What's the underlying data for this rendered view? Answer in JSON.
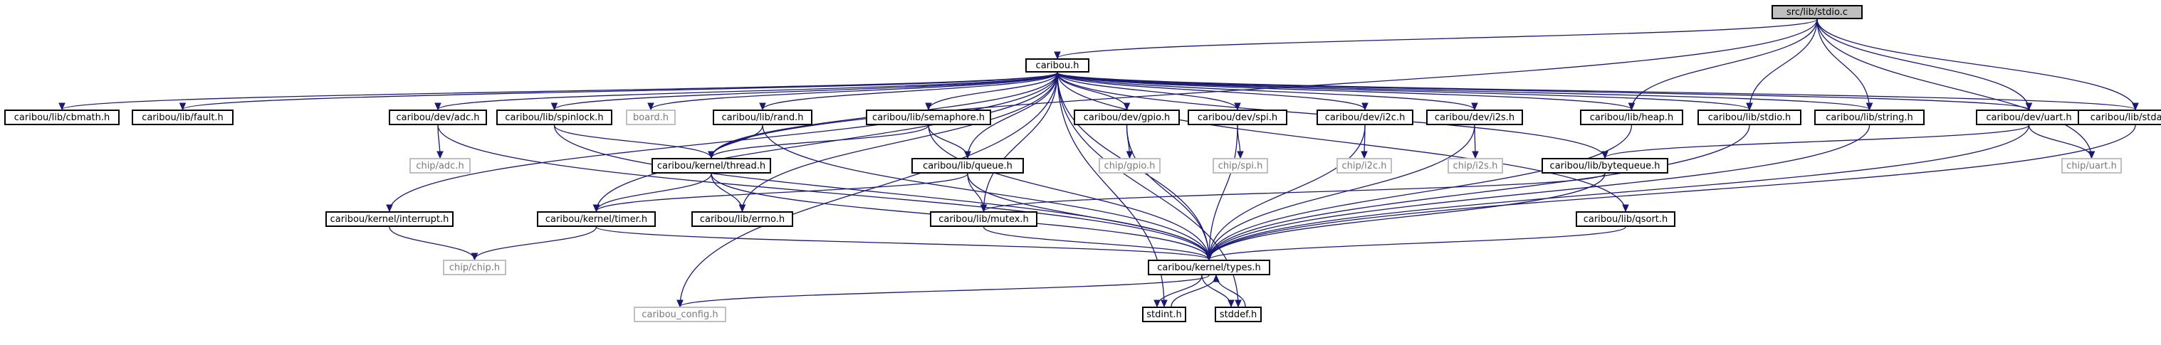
{
  "diagram": {
    "nodes": [
      {
        "id": "stdio_c",
        "label": "src/lib/stdio.c",
        "kind": "root"
      },
      {
        "id": "caribou_h",
        "label": "caribou.h",
        "kind": "file"
      },
      {
        "id": "cbmath",
        "label": "caribou/lib/cbmath.h",
        "kind": "file"
      },
      {
        "id": "fault",
        "label": "caribou/lib/fault.h",
        "kind": "file"
      },
      {
        "id": "adc",
        "label": "caribou/dev/adc.h",
        "kind": "file"
      },
      {
        "id": "spinlock",
        "label": "caribou/lib/spinlock.h",
        "kind": "file"
      },
      {
        "id": "board",
        "label": "board.h",
        "kind": "external"
      },
      {
        "id": "rand",
        "label": "caribou/lib/rand.h",
        "kind": "file"
      },
      {
        "id": "semaphore",
        "label": "caribou/lib/semaphore.h",
        "kind": "file"
      },
      {
        "id": "gpio",
        "label": "caribou/dev/gpio.h",
        "kind": "file"
      },
      {
        "id": "spi",
        "label": "caribou/dev/spi.h",
        "kind": "file"
      },
      {
        "id": "i2c",
        "label": "caribou/dev/i2c.h",
        "kind": "file"
      },
      {
        "id": "i2s",
        "label": "caribou/dev/i2s.h",
        "kind": "file"
      },
      {
        "id": "heap",
        "label": "caribou/lib/heap.h",
        "kind": "file"
      },
      {
        "id": "stdio_h",
        "label": "caribou/lib/stdio.h",
        "kind": "file"
      },
      {
        "id": "string",
        "label": "caribou/lib/string.h",
        "kind": "file"
      },
      {
        "id": "uart",
        "label": "caribou/dev/uart.h",
        "kind": "file"
      },
      {
        "id": "stdarg",
        "label": "caribou/lib/stdarg.h",
        "kind": "file"
      },
      {
        "id": "chip_adc",
        "label": "chip/adc.h",
        "kind": "external"
      },
      {
        "id": "thread",
        "label": "caribou/kernel/thread.h",
        "kind": "file"
      },
      {
        "id": "queue",
        "label": "caribou/lib/queue.h",
        "kind": "file"
      },
      {
        "id": "chip_gpio",
        "label": "chip/gpio.h",
        "kind": "external"
      },
      {
        "id": "chip_spi",
        "label": "chip/spi.h",
        "kind": "external"
      },
      {
        "id": "chip_i2c",
        "label": "chip/i2c.h",
        "kind": "external"
      },
      {
        "id": "chip_i2s",
        "label": "chip/i2s.h",
        "kind": "external"
      },
      {
        "id": "bytequeue",
        "label": "caribou/lib/bytequeue.h",
        "kind": "file"
      },
      {
        "id": "chip_uart",
        "label": "chip/uart.h",
        "kind": "external"
      },
      {
        "id": "interrupt",
        "label": "caribou/kernel/interrupt.h",
        "kind": "file"
      },
      {
        "id": "timer",
        "label": "caribou/kernel/timer.h",
        "kind": "file"
      },
      {
        "id": "errno",
        "label": "caribou/lib/errno.h",
        "kind": "file"
      },
      {
        "id": "mutex",
        "label": "caribou/lib/mutex.h",
        "kind": "file"
      },
      {
        "id": "qsort",
        "label": "caribou/lib/qsort.h",
        "kind": "file"
      },
      {
        "id": "chip_chip",
        "label": "chip/chip.h",
        "kind": "external"
      },
      {
        "id": "types",
        "label": "caribou/kernel/types.h",
        "kind": "file"
      },
      {
        "id": "caribou_config",
        "label": "caribou_config.h",
        "kind": "external"
      },
      {
        "id": "stdint",
        "label": "stdint.h",
        "kind": "file"
      },
      {
        "id": "stddef",
        "label": "stddef.h",
        "kind": "file"
      }
    ],
    "edges": [
      [
        "stdio_c",
        "caribou_h"
      ],
      [
        "stdio_c",
        "heap"
      ],
      [
        "stdio_c",
        "stdio_h"
      ],
      [
        "stdio_c",
        "string"
      ],
      [
        "stdio_c",
        "uart"
      ],
      [
        "stdio_c",
        "stdarg"
      ],
      [
        "stdio_c",
        "chip_uart"
      ],
      [
        "caribou_h",
        "cbmath"
      ],
      [
        "caribou_h",
        "fault"
      ],
      [
        "caribou_h",
        "adc"
      ],
      [
        "caribou_h",
        "spinlock"
      ],
      [
        "caribou_h",
        "board"
      ],
      [
        "caribou_h",
        "rand"
      ],
      [
        "caribou_h",
        "semaphore"
      ],
      [
        "caribou_h",
        "gpio"
      ],
      [
        "caribou_h",
        "spi"
      ],
      [
        "caribou_h",
        "i2c"
      ],
      [
        "caribou_h",
        "i2s"
      ],
      [
        "caribou_h",
        "heap"
      ],
      [
        "caribou_h",
        "stdio_h"
      ],
      [
        "caribou_h",
        "string"
      ],
      [
        "caribou_h",
        "uart"
      ],
      [
        "caribou_h",
        "stdarg"
      ],
      [
        "caribou_h",
        "thread"
      ],
      [
        "caribou_h",
        "queue"
      ],
      [
        "caribou_h",
        "bytequeue"
      ],
      [
        "caribou_h",
        "interrupt"
      ],
      [
        "caribou_h",
        "timer"
      ],
      [
        "caribou_h",
        "errno"
      ],
      [
        "caribou_h",
        "mutex"
      ],
      [
        "caribou_h",
        "qsort"
      ],
      [
        "caribou_h",
        "types"
      ],
      [
        "caribou_h",
        "caribou_config"
      ],
      [
        "caribou_h",
        "stdint"
      ],
      [
        "caribou_h",
        "stddef"
      ],
      [
        "stdio_c",
        "thread"
      ],
      [
        "adc",
        "chip_adc"
      ],
      [
        "adc",
        "types"
      ],
      [
        "spinlock",
        "thread"
      ],
      [
        "spinlock",
        "types"
      ],
      [
        "rand",
        "thread"
      ],
      [
        "rand",
        "types"
      ],
      [
        "semaphore",
        "thread"
      ],
      [
        "semaphore",
        "queue"
      ],
      [
        "semaphore",
        "types"
      ],
      [
        "gpio",
        "chip_gpio"
      ],
      [
        "gpio",
        "types"
      ],
      [
        "spi",
        "chip_spi"
      ],
      [
        "spi",
        "types"
      ],
      [
        "i2c",
        "chip_i2c"
      ],
      [
        "i2c",
        "types"
      ],
      [
        "i2s",
        "chip_i2s"
      ],
      [
        "i2s",
        "types"
      ],
      [
        "heap",
        "types"
      ],
      [
        "stdio_h",
        "types"
      ],
      [
        "string",
        "types"
      ],
      [
        "uart",
        "bytequeue"
      ],
      [
        "uart",
        "chip_uart"
      ],
      [
        "uart",
        "types"
      ],
      [
        "stdarg",
        "types"
      ],
      [
        "thread",
        "timer"
      ],
      [
        "thread",
        "errno"
      ],
      [
        "thread",
        "types"
      ],
      [
        "queue",
        "timer"
      ],
      [
        "queue",
        "mutex"
      ],
      [
        "queue",
        "types"
      ],
      [
        "bytequeue",
        "mutex"
      ],
      [
        "bytequeue",
        "types"
      ],
      [
        "interrupt",
        "chip_chip"
      ],
      [
        "timer",
        "chip_chip"
      ],
      [
        "timer",
        "types"
      ],
      [
        "mutex",
        "types"
      ],
      [
        "qsort",
        "types"
      ],
      [
        "types",
        "caribou_config"
      ],
      [
        "types",
        "stdint"
      ],
      [
        "types",
        "stddef"
      ],
      [
        "stdint",
        "types"
      ],
      [
        "stddef",
        "types"
      ]
    ]
  }
}
